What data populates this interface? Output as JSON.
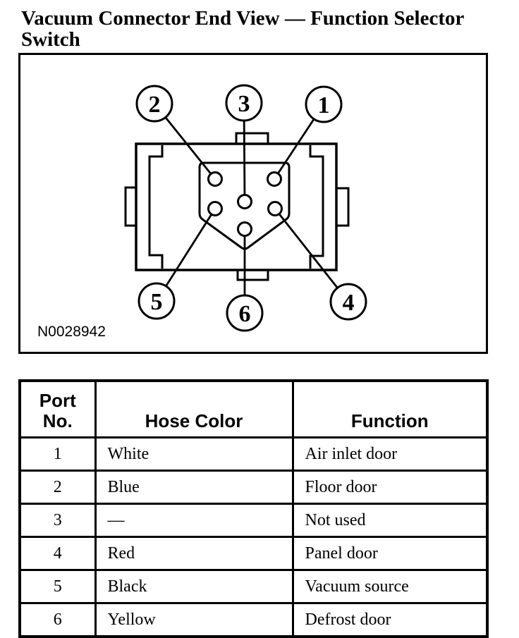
{
  "colors": {
    "ink": "#000000",
    "paper": "#ffffff"
  },
  "page": {
    "title": "Vacuum Connector End View — Function Selector Switch"
  },
  "figure": {
    "label": "N0028942",
    "callouts": [
      "2",
      "3",
      "1",
      "5",
      "6",
      "4"
    ]
  },
  "table": {
    "headers": {
      "port": "Port No.",
      "color": "Hose Color",
      "function": "Function"
    },
    "rows": [
      {
        "port": "1",
        "color": "White",
        "function": "Air inlet door"
      },
      {
        "port": "2",
        "color": "Blue",
        "function": "Floor door"
      },
      {
        "port": "3",
        "color": "—",
        "function": "Not used"
      },
      {
        "port": "4",
        "color": "Red",
        "function": "Panel door"
      },
      {
        "port": "5",
        "color": "Black",
        "function": "Vacuum source"
      },
      {
        "port": "6",
        "color": "Yellow",
        "function": "Defrost door"
      }
    ]
  }
}
